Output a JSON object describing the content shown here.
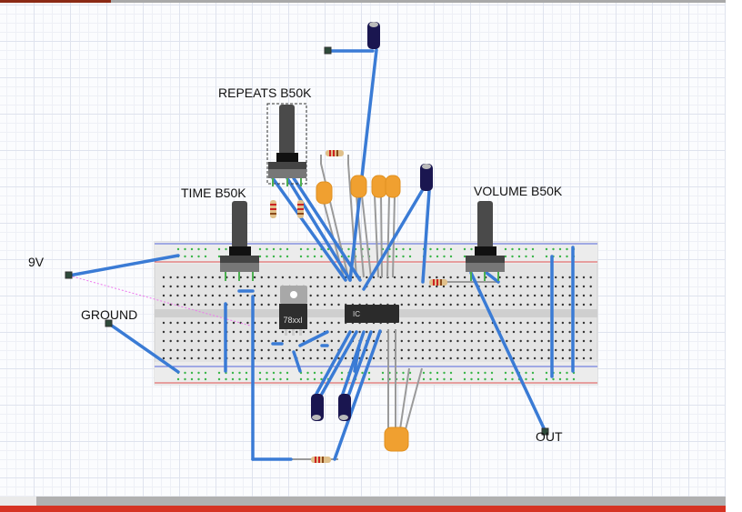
{
  "labels": {
    "repeats_pot": "REPEATS B50K",
    "time_pot": "TIME B50K",
    "volume_pot": "VOLUME B50K",
    "supply": "9V",
    "ground": "GROUND",
    "output": "OUT"
  },
  "components": {
    "regulator_label": "78xxl",
    "ic_label": "IC"
  },
  "colors": {
    "wire_blue": "#3a7bd5",
    "lead_gray": "#9a9a9a",
    "rail_red": "#e05050",
    "rail_blue": "#5566dd",
    "breadboard": "#e6e6e6",
    "connected_hole": "#3bb54a",
    "ceramic_cap": "#f0a030",
    "electrolytic_cap": "#1a1650",
    "ratsnest": "#ee77ee",
    "chrome_red": "#d63323",
    "chrome_gray": "#b0b0b0"
  }
}
